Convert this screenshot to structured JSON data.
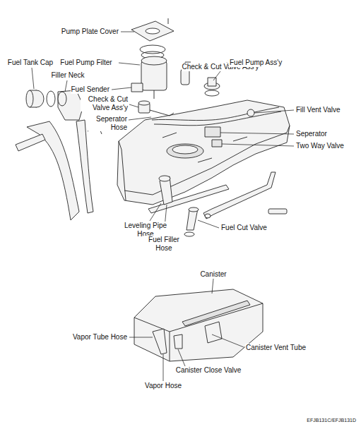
{
  "diagram": {
    "labels": [
      "Pump Plate Cover",
      "Check & Cut Valve Ass'y",
      "Fuel Tank Cap",
      "Fuel Pump Filter",
      "Fuel Pump Ass'y",
      "Filler Neck",
      "Fuel Sender",
      "Check & Cut Valve Ass'y",
      "Fill Vent Valve",
      "Seperator Hose",
      "Seperator",
      "Two Way Valve",
      "Leveling Pipe Hose",
      "Fuel Filler Hose",
      "Fuel Cut Valve",
      "Canister",
      "Vapor Tube Hose",
      "Canister Vent Tube",
      "Canister Close Valve",
      "Vapor Hose",
      "EFJB131C/EFJB131D"
    ]
  }
}
